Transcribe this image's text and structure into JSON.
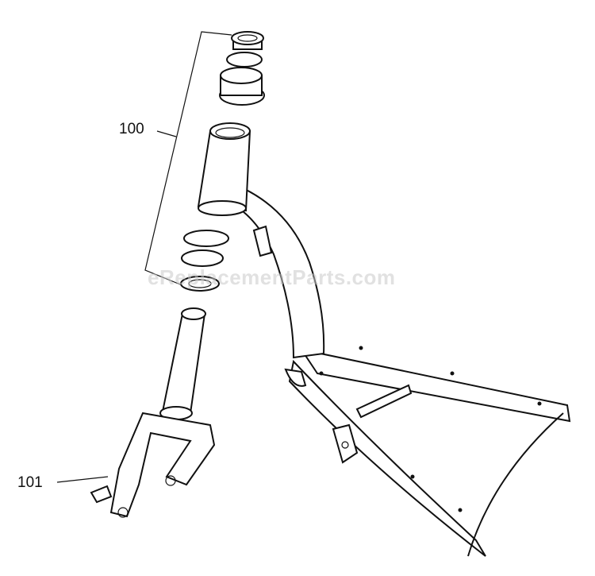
{
  "diagram": {
    "callouts": [
      {
        "id": "label-100",
        "text": "100"
      },
      {
        "id": "label-101",
        "text": "101"
      }
    ],
    "watermark": "eReplacementParts.com"
  }
}
